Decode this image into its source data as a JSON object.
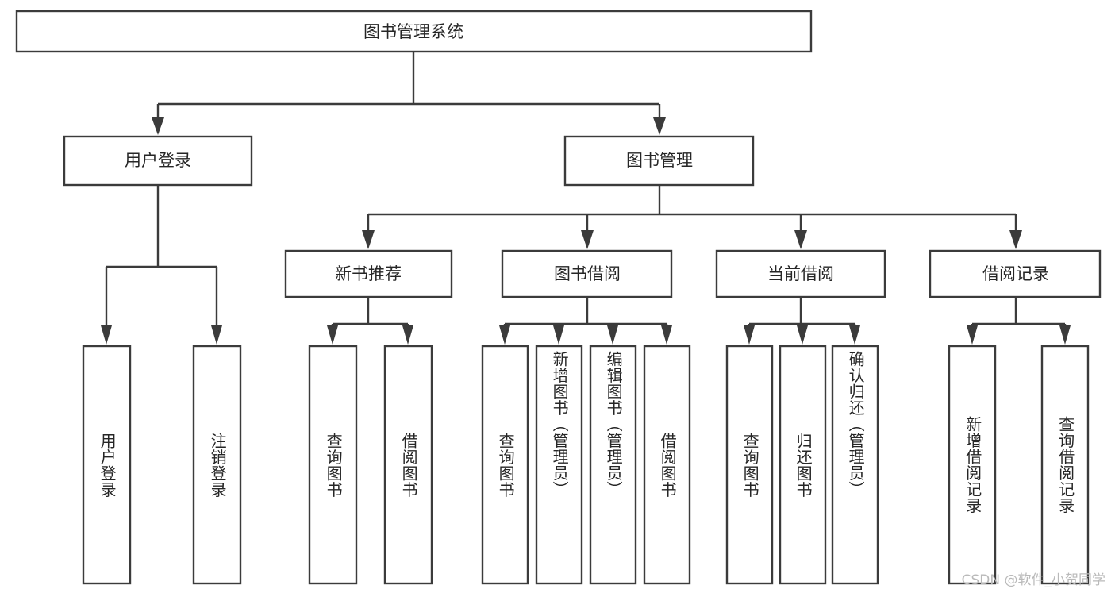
{
  "diagram": {
    "type": "tree",
    "title": "图书管理系统",
    "watermark": "CSDN @软件_小贺同学",
    "colors": {
      "box_stroke": "#3b3b3b",
      "box_fill": "#ffffff",
      "text": "#262626",
      "connector": "#3b3b3b",
      "watermark": "#b9b9b9",
      "background": "#ffffff"
    },
    "levels": {
      "root": {
        "label": "图书管理系统"
      },
      "level2": [
        {
          "label": "用户登录"
        },
        {
          "label": "图书管理"
        }
      ],
      "level3": [
        {
          "label": "新书推荐"
        },
        {
          "label": "图书借阅"
        },
        {
          "label": "当前借阅"
        },
        {
          "label": "借阅记录"
        }
      ]
    },
    "groups": [
      {
        "parent": "用户登录",
        "leaves": [
          {
            "label": "用户登录"
          },
          {
            "label": "注销登录"
          }
        ]
      },
      {
        "parent": "新书推荐",
        "leaves": [
          {
            "label": "查询图书"
          },
          {
            "label": "借阅图书"
          }
        ]
      },
      {
        "parent": "图书借阅",
        "leaves": [
          {
            "label": "查询图书"
          },
          {
            "label": "新增图书（管理员）"
          },
          {
            "label": "编辑图书（管理员）"
          },
          {
            "label": "借阅图书"
          }
        ]
      },
      {
        "parent": "当前借阅",
        "leaves": [
          {
            "label": "查询图书"
          },
          {
            "label": "归还图书"
          },
          {
            "label": "确认归还（管理员）"
          }
        ]
      },
      {
        "parent": "借阅记录",
        "leaves": [
          {
            "label": "新增借阅记录"
          },
          {
            "label": "查询借阅记录"
          }
        ]
      }
    ]
  }
}
